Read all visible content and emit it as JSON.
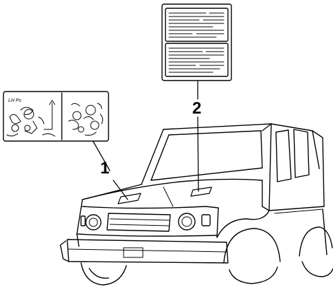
{
  "diagram": {
    "callouts": [
      {
        "id": "1",
        "label": "1"
      },
      {
        "id": "2",
        "label": "2"
      }
    ],
    "emission_label": {
      "text": "LH Ps"
    },
    "colors": {
      "ink": "#000000",
      "paper": "#ffffff"
    }
  }
}
